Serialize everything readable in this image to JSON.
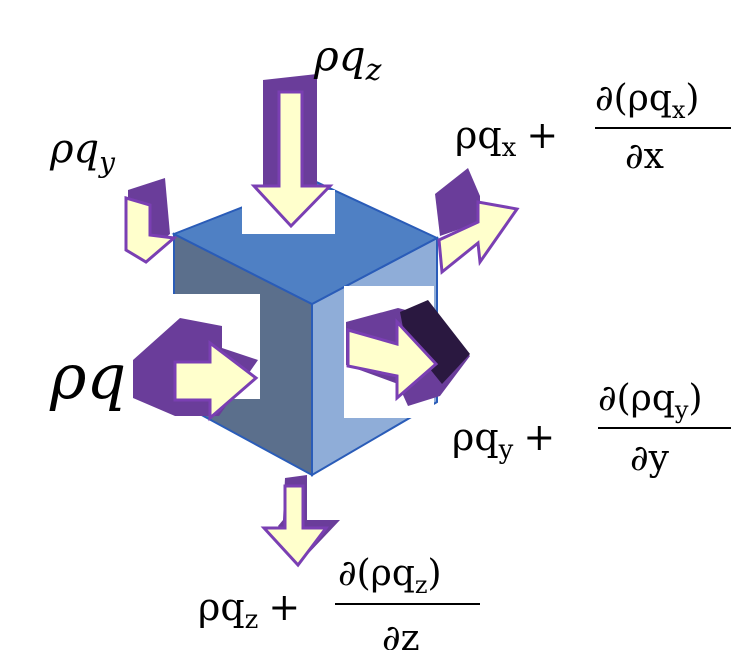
{
  "labels": {
    "top_in_base": "ρq",
    "top_in_sub": "z",
    "left_in_y_base": "ρq",
    "left_in_y_sub": "y",
    "left_in_x": "ρq",
    "right_out_x_base": "ρq",
    "right_out_x_sub": "x",
    "right_out_x_plus": "+",
    "right_out_x_num": "∂(ρq",
    "right_out_x_num_sub": "x",
    "right_out_x_num_close": ")",
    "right_out_x_den": "∂x",
    "right_out_y_base": "ρq",
    "right_out_y_sub": "y",
    "right_out_y_plus": "+",
    "right_out_y_num": "∂(ρq",
    "right_out_y_num_sub": "y",
    "right_out_y_num_close": ")",
    "right_out_y_den": "∂y",
    "bottom_out_base": "ρq",
    "bottom_out_sub": "z",
    "bottom_out_plus": "+",
    "bottom_out_num": "∂(ρq",
    "bottom_out_num_sub": "z",
    "bottom_out_num_close": ")",
    "bottom_out_den": "∂z"
  },
  "colors": {
    "cube_top": "#4f80c4",
    "cube_left": "#5b6f8c",
    "cube_right": "#8fadd8",
    "cube_edge": "#2a5cb8",
    "arrow_fill": "#ffffcc",
    "arrow_outline": "#7a3fb3",
    "arrow_side": "#6a3d9a",
    "arrow_dark": "#2a1840"
  }
}
